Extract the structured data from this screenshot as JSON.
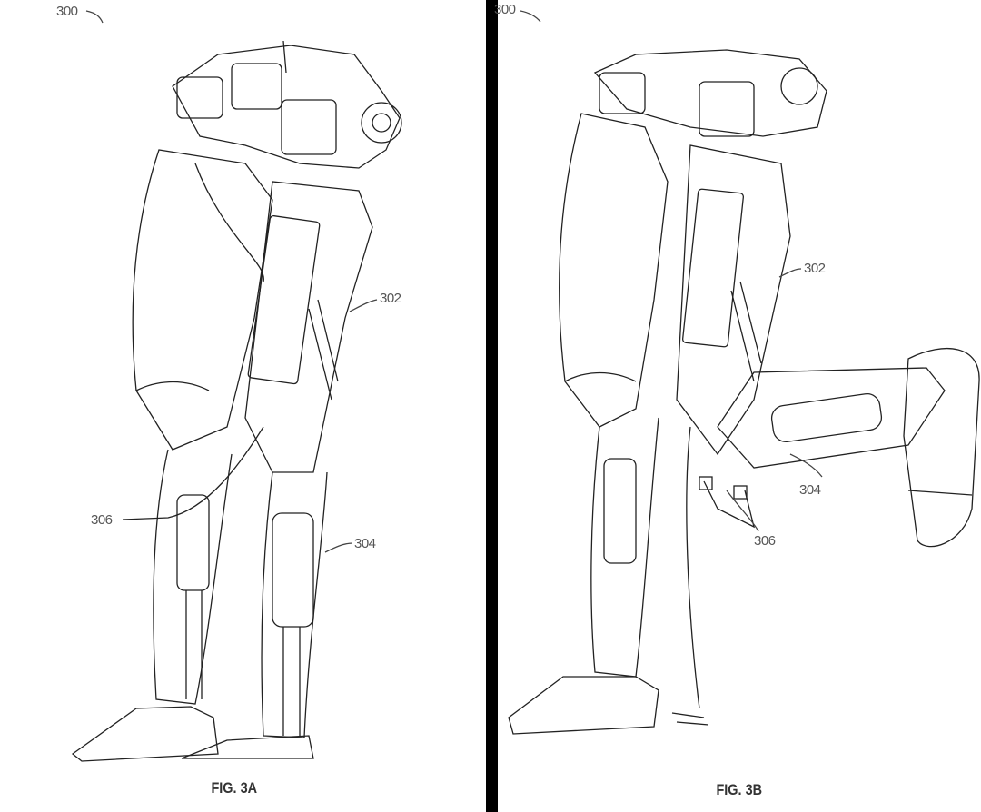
{
  "figure_a": {
    "caption": "FIG. 3A",
    "ref_main": "300",
    "ref_thigh": "302",
    "ref_shin": "304",
    "ref_cable": "306"
  },
  "figure_b": {
    "caption": "FIG. 3B",
    "ref_main": "300",
    "ref_thigh": "302",
    "ref_shin": "304",
    "ref_cable": "306"
  },
  "colors": {
    "line": "#222222",
    "divider": "#000000",
    "background": "#ffffff"
  }
}
